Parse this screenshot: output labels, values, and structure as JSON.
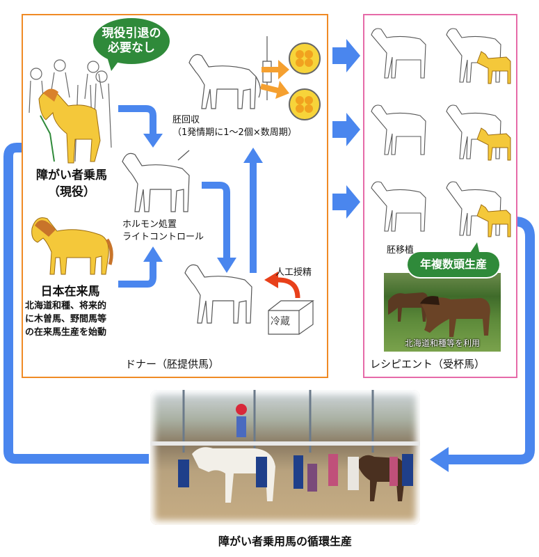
{
  "bubble_top": {
    "line1": "現役引退の",
    "line2": "必要なし"
  },
  "bubble_right": "年複数頭生産",
  "riding_horse": {
    "line1": "障がい者乗馬",
    "line2": "（現役）"
  },
  "native_horse": {
    "title": "日本在来馬",
    "desc1": "北海道和種、将来的",
    "desc2": "に木曽馬、野間馬等",
    "desc3": "の在来馬生産を始動"
  },
  "embryo_collection": {
    "line1": "胚回収",
    "line2": "（1発情期に1〜2個×数周期）"
  },
  "hormone": {
    "line1": "ホルモン処置",
    "line2": "ライトコントロール"
  },
  "ai": "人工授精",
  "fridge": "冷蔵",
  "donor_caption": "ドナー（胚提供馬）",
  "embryo_transfer": "胚移植",
  "recipient_photo_caption": "北海道和種等を利用",
  "recipient_caption": "レシピエント（受杯馬）",
  "cycle_caption": "障がい者乗用馬の循環生産",
  "colors": {
    "donor_border": "#f08a24",
    "recipient_border": "#e66aa8",
    "arrow_blue": "#4a86ee",
    "arrow_orange": "#f5a030",
    "bubble_green": "#2f8a3a",
    "horse_yellow": "#f4c83a"
  }
}
